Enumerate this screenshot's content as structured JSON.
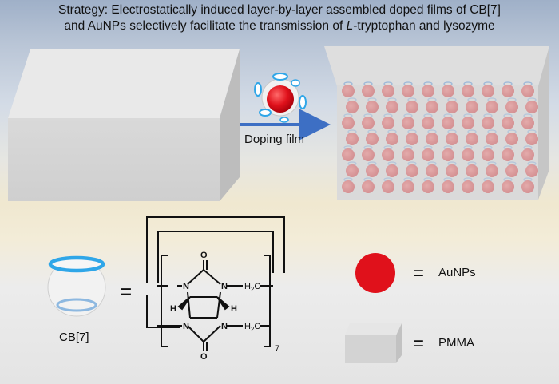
{
  "title": {
    "line1": "Strategy: Electrostatically induced layer-by-layer assembled doped films of CB[7]",
    "line2_pre": "and AuNPs selectively facilitate the transmission of ",
    "line2_italic": "L",
    "line2_post": "-tryptophan and lysozyme"
  },
  "arrow_label": "Doping film",
  "cb7_label": "CB[7]",
  "equals": "=",
  "legend": {
    "aunps": "AuNPs",
    "pmma": "PMMA"
  },
  "structure": {
    "oxygen": "O",
    "nitrogen": "N",
    "hydrogen": "H",
    "ch2": "H2C",
    "repeat": "7"
  },
  "colors": {
    "gold_np": "#e0111b",
    "cb_ring": "#2fa6e8",
    "arrow": "#3d6fc4",
    "block": "#d0d0d0"
  }
}
